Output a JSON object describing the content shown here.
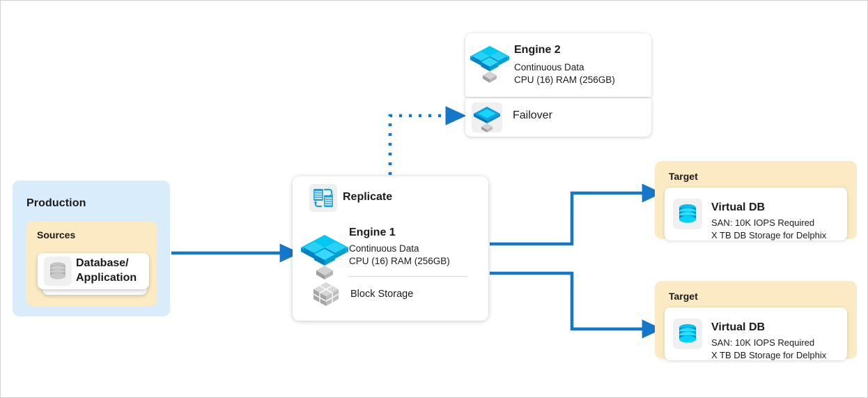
{
  "diagram": {
    "accent_blue": "#1577c7",
    "production_bg": "#d8ecfb",
    "amber_bg": "#fbeac3",
    "card_bg": "#ffffff",
    "icon_tile_bg": "#f0f0f0",
    "cyan": "#00b8e6",
    "gray_icon": "#a8a8a8"
  },
  "production": {
    "title": "Production",
    "sources": {
      "title": "Sources",
      "items": [
        {
          "label": "Database/\nApplication",
          "label_line1": "Database/",
          "label_line2": "Application",
          "icon": "database-cylinder-icon"
        }
      ]
    }
  },
  "replicate": {
    "label": "Replicate",
    "icon": "replicate-sync-icon"
  },
  "engine1": {
    "title": "Engine 1",
    "line1": "Continuous Data",
    "line2": "CPU (16) RAM (256GB)",
    "icon": "engine-cubes-icon",
    "storage": {
      "label": "Block Storage",
      "icon": "block-storage-cube-icon"
    }
  },
  "engine2": {
    "title": "Engine 2",
    "line1": "Continuous Data",
    "line2": "CPU (16) RAM (256GB)",
    "icon": "engine-cubes-icon"
  },
  "failover": {
    "label": "Failover",
    "icon": "failover-diamond-icon"
  },
  "targets": [
    {
      "title": "Target",
      "db_title": "Virtual DB",
      "line1": "SAN: 10K IOPS Required",
      "line2": "X TB DB Storage for Delphix",
      "icon": "virtual-db-cylinder-icon"
    },
    {
      "title": "Target",
      "db_title": "Virtual DB",
      "line1": "SAN: 10K IOPS Required",
      "line2": "X TB DB Storage for Delphix",
      "icon": "virtual-db-cylinder-icon"
    }
  ],
  "connectors": [
    {
      "name": "production-to-engine1",
      "style": "solid",
      "direction": "right"
    },
    {
      "name": "engine1-to-failover",
      "style": "dotted",
      "direction": "up-right"
    },
    {
      "name": "engine1-to-target1",
      "style": "solid",
      "direction": "up-right"
    },
    {
      "name": "engine1-to-target2",
      "style": "solid",
      "direction": "down-right"
    }
  ]
}
